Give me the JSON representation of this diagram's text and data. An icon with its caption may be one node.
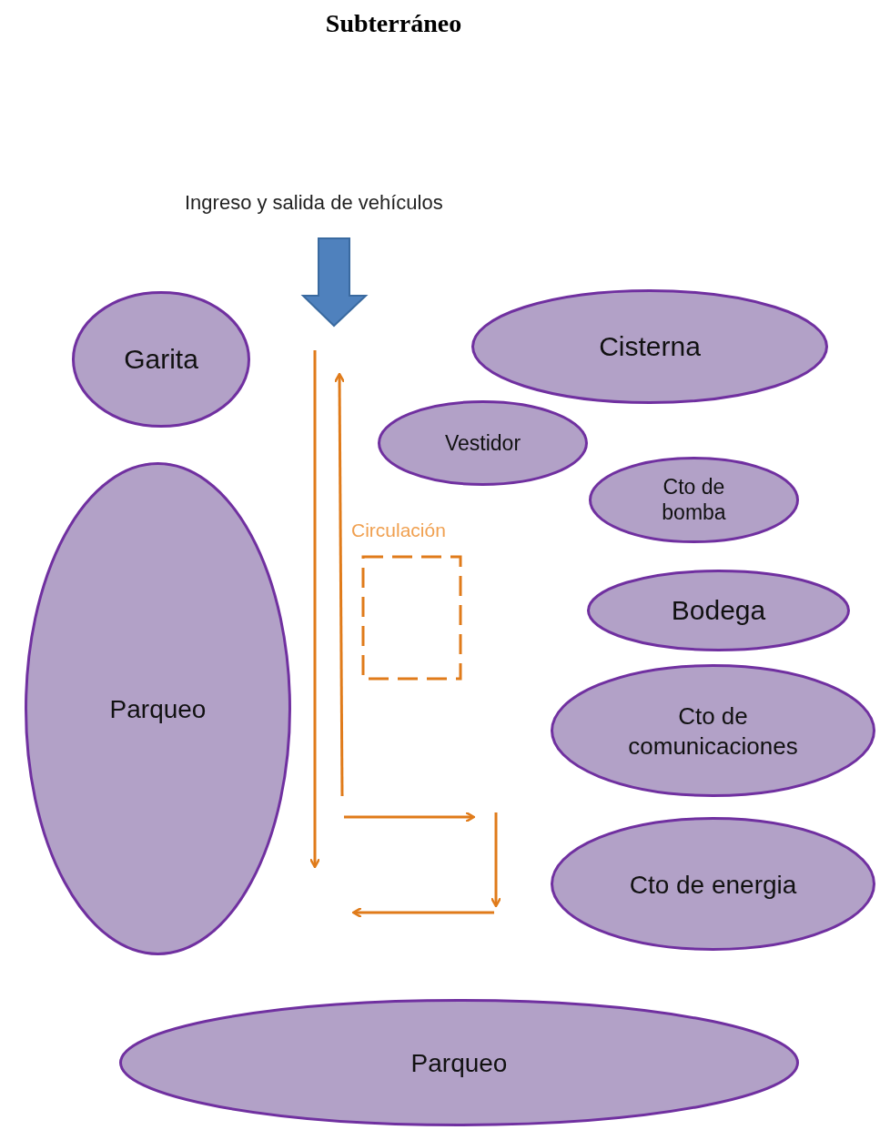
{
  "diagram": {
    "title": "Subterráneo",
    "nodes": [
      {
        "text": [
          "Garita"
        ]
      },
      {
        "text": [
          "Cisterna"
        ]
      },
      {
        "text": [
          "Vestidor"
        ]
      },
      {
        "text": [
          "Cto de bomba"
        ]
      },
      {
        "text": [
          "Circulación"
        ]
      },
      {
        "text": [
          "Bodega"
        ]
      },
      {
        "text": [
          "Parqueo"
        ]
      },
      {
        "text": [
          "Cto de comunicaciones"
        ]
      },
      {
        "text": [
          "Cto de energia"
        ]
      },
      {
        "text": [
          "Parqueo"
        ]
      }
    ],
    "labels": [
      "Ingreso y salida de vehículos"
    ]
  }
}
